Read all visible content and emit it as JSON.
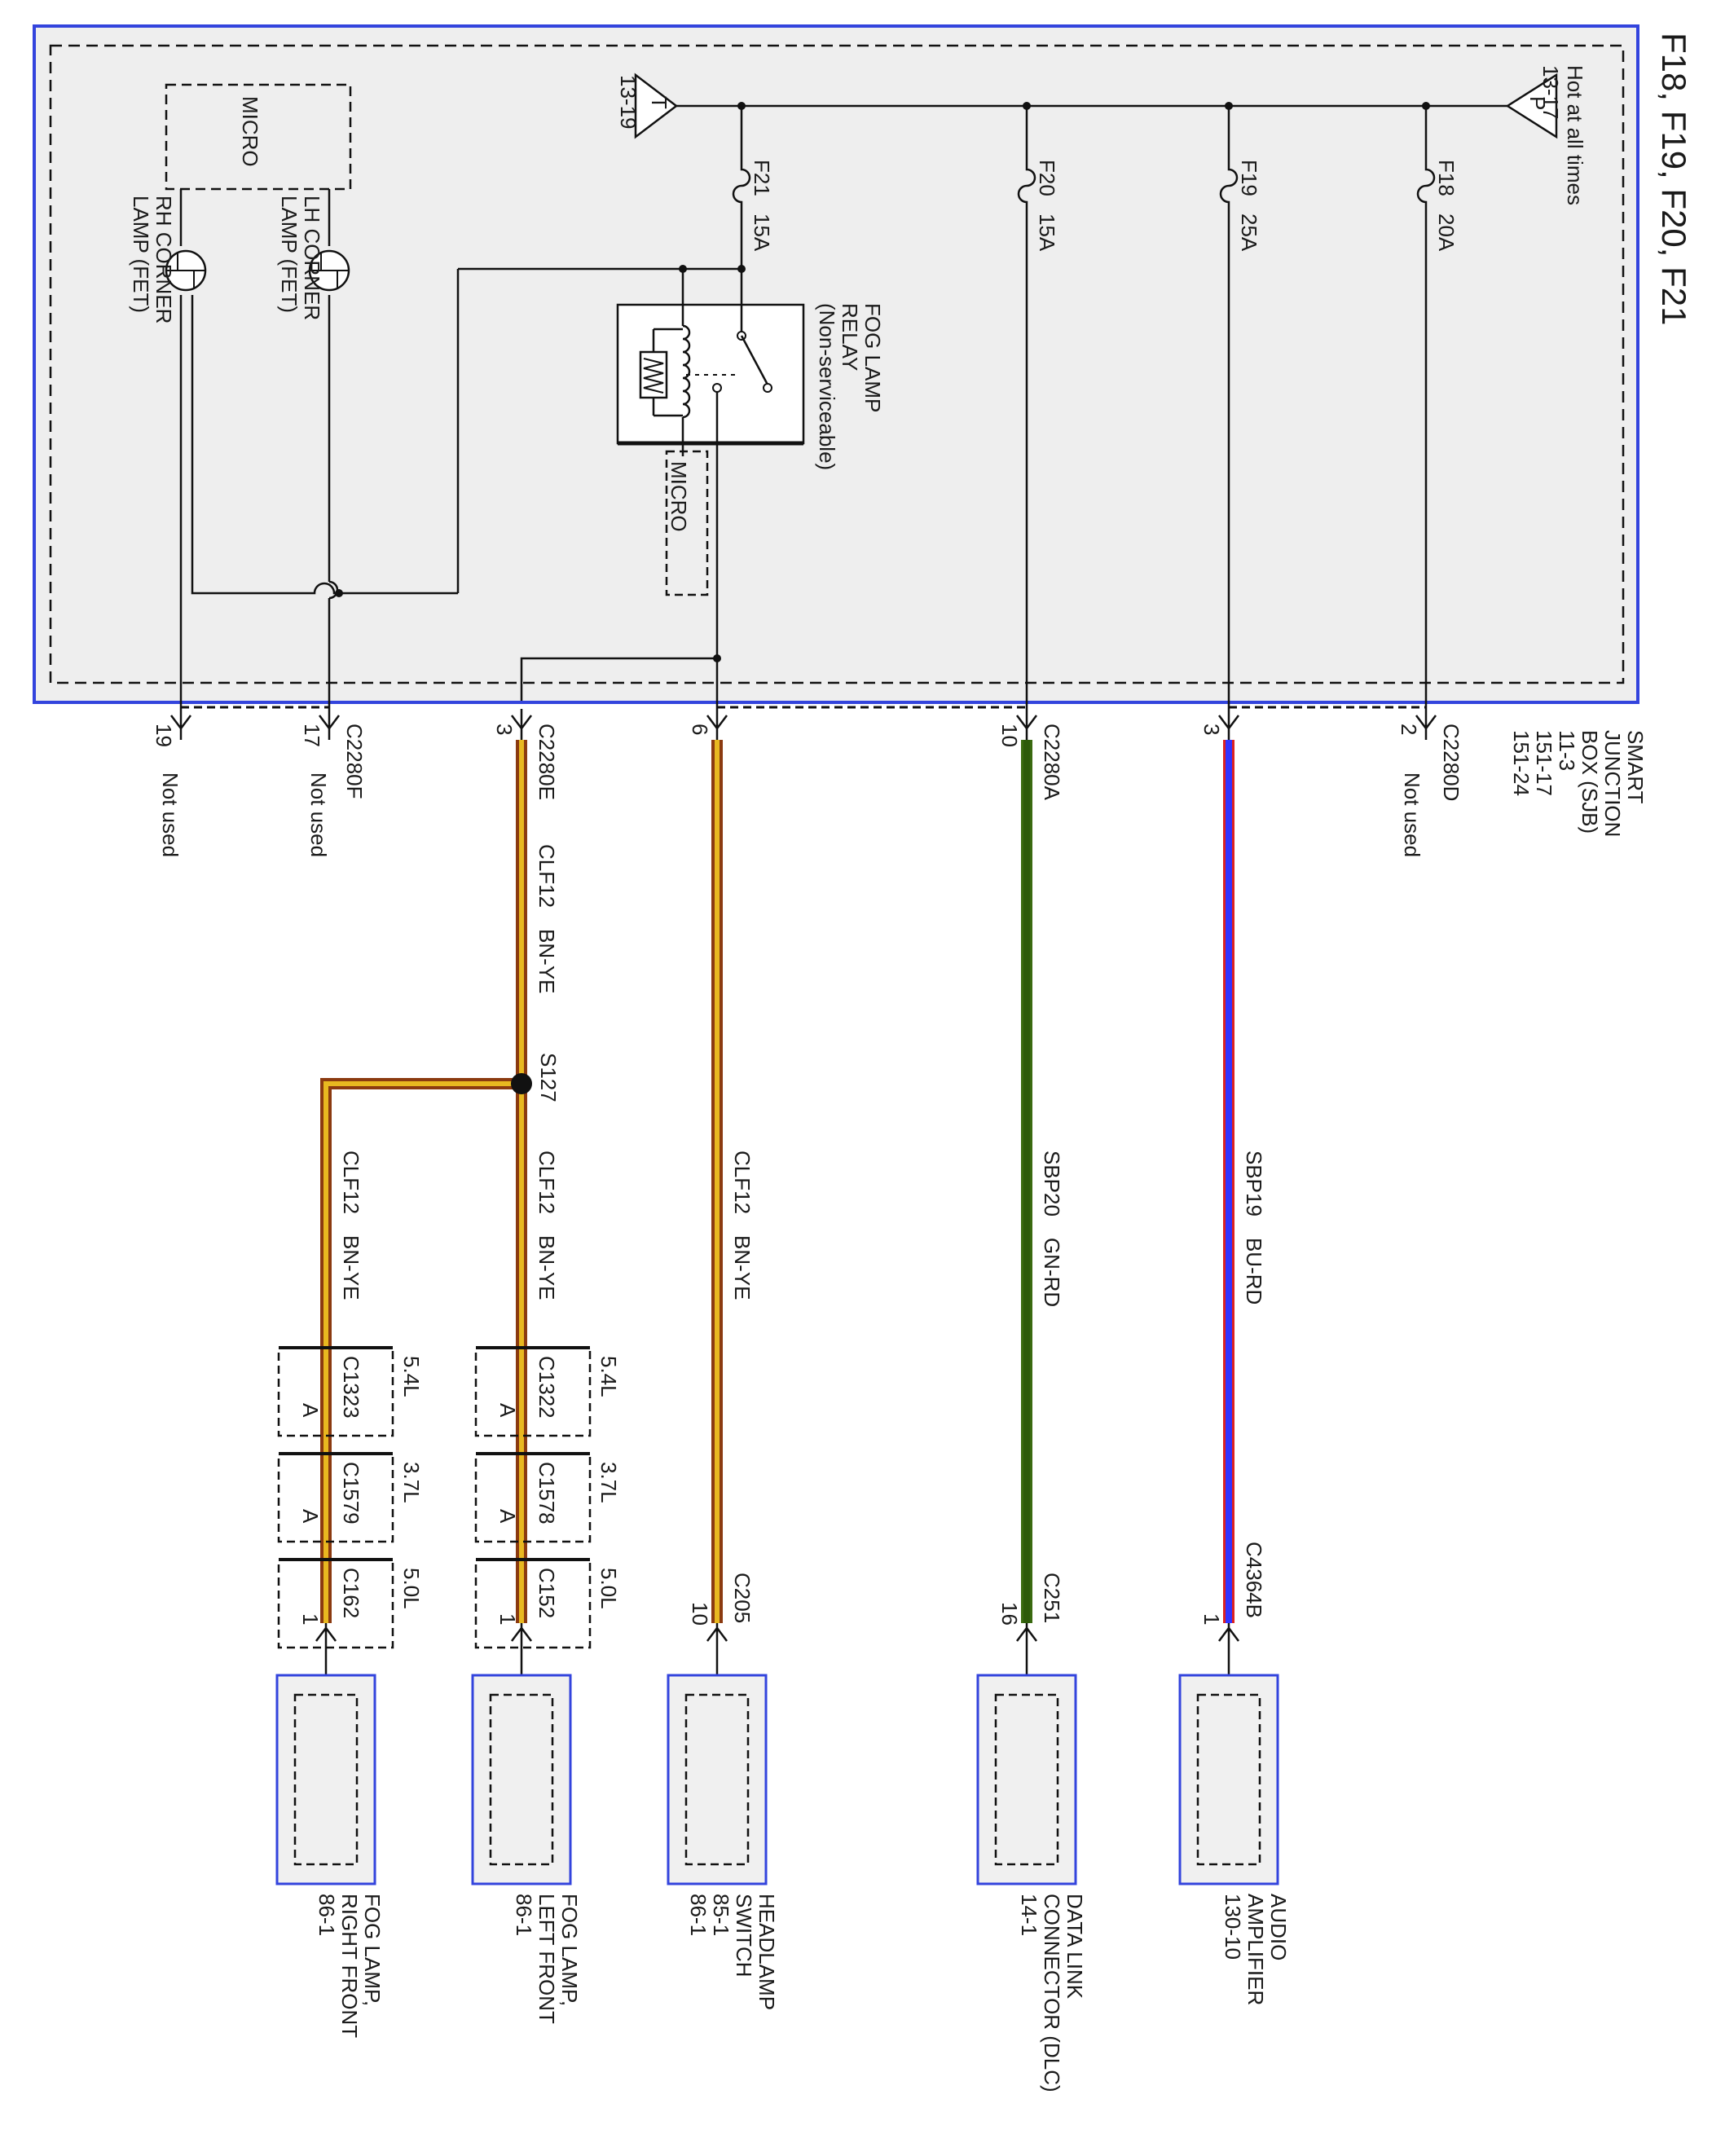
{
  "page_title": "F18, F19, F20, F21",
  "colors": {
    "sjb_border": "#3344dd",
    "sjb_fill": "#eeeeee",
    "component_border": "#3344dd",
    "component_fill": "#f0f0f0",
    "wire_bn_ye_outer": "#8b3a10",
    "wire_bn_ye_inner": "#e8b820",
    "wire_gn_rd_outer": "#3a6a10",
    "wire_gn_rd_inner": "#2d5a0a",
    "wire_bu_rd_outer": "#d22",
    "wire_bu_rd_inner": "#3333ff"
  },
  "sources": {
    "hot": {
      "icon": "triangle-p-icon",
      "letter": "P",
      "label": "Hot at all times",
      "ref": "13-17"
    },
    "ground_ref": {
      "icon": "triangle-t-icon",
      "letter": "T",
      "ref": "13-19"
    }
  },
  "fuses": [
    {
      "id": "F18",
      "rating": "20A"
    },
    {
      "id": "F19",
      "rating": "25A"
    },
    {
      "id": "F20",
      "rating": "15A"
    },
    {
      "id": "F21",
      "rating": "15A"
    }
  ],
  "relay": {
    "name": "FOG LAMP",
    "line2": "RELAY",
    "line3": "(Non-serviceable)",
    "micro": "MICRO"
  },
  "micro_block": {
    "label": "MICRO"
  },
  "fets": [
    {
      "line1": "LH CORNER",
      "line2": "LAMP (FET)"
    },
    {
      "line1": "RH CORNER",
      "line2": "LAMP (FET)"
    }
  ],
  "sjb": {
    "lines": [
      "SMART",
      "JUNCTION",
      "BOX (SJB)",
      "11-3",
      "151-17",
      "151-24"
    ]
  },
  "sjb_pins": [
    {
      "connector": "C2280D",
      "pin": "2",
      "note": "Not used"
    },
    {
      "connector": "",
      "pin": "3",
      "note": ""
    },
    {
      "connector": "C2280A",
      "pin": "10",
      "note": ""
    },
    {
      "connector": "",
      "pin": "6",
      "note": ""
    },
    {
      "connector": "C2280E",
      "pin": "3",
      "note": ""
    },
    {
      "connector": "C2280F",
      "pin": "17",
      "note": "Not used"
    },
    {
      "connector": "",
      "pin": "19",
      "note": "Not used"
    }
  ],
  "wires": [
    {
      "circuit": "SBP19",
      "color": "BU-RD"
    },
    {
      "circuit": "SBP20",
      "color": "GN-RD"
    },
    {
      "circuit": "CLF12",
      "color": "BN-YE"
    },
    {
      "circuit": "CLF12",
      "color": "BN-YE"
    },
    {
      "circuit": "CLF12",
      "color": "BN-YE"
    },
    {
      "circuit": "CLF12",
      "color": "BN-YE"
    }
  ],
  "splice": {
    "id": "S127"
  },
  "inline_connectors": {
    "left": [
      {
        "engine": "5.4L",
        "connector": "C1322",
        "pin": "A"
      },
      {
        "engine": "3.7L",
        "connector": "C1578",
        "pin": "A"
      },
      {
        "engine": "5.0L",
        "connector": "C152",
        "pin": "1"
      }
    ],
    "right": [
      {
        "engine": "5.4L",
        "connector": "C1323",
        "pin": "A"
      },
      {
        "engine": "3.7L",
        "connector": "C1579",
        "pin": "A"
      },
      {
        "engine": "5.0L",
        "connector": "C162",
        "pin": "1"
      }
    ]
  },
  "component_connectors": [
    {
      "connector": "C4364B",
      "pin": "1"
    },
    {
      "connector": "C251",
      "pin": "16"
    },
    {
      "connector": "C205",
      "pin": "10"
    }
  ],
  "components": [
    {
      "lines": [
        "AUDIO",
        "AMPLIFIER",
        "130-10"
      ]
    },
    {
      "lines": [
        "DATA LINK",
        "CONNECTOR (DLC)",
        "14-1"
      ]
    },
    {
      "lines": [
        "HEADLAMP",
        "SWITCH",
        "85-1",
        "86-1"
      ]
    },
    {
      "lines": [
        "FOG LAMP,",
        "LEFT FRONT",
        "86-1"
      ]
    },
    {
      "lines": [
        "FOG LAMP,",
        "RIGHT FRONT",
        "86-1"
      ]
    }
  ]
}
